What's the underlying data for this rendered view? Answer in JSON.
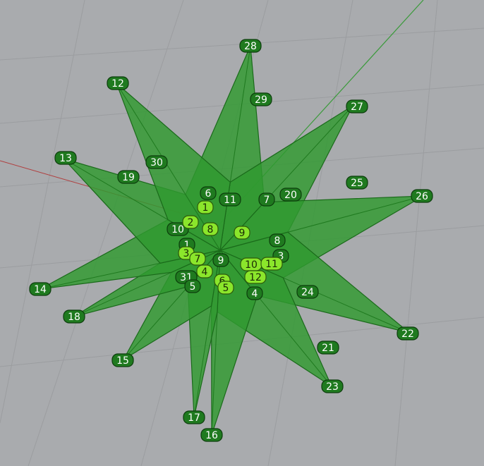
{
  "viewport": {
    "name": "Perspective",
    "background": "#a9abae",
    "grid_color": "#9b9da0",
    "x_axis_color": "#b04040",
    "y_axis_color": "#3a9a3a"
  },
  "star": {
    "fill": "#2f9a2f",
    "edge": "#1a6a1a"
  },
  "vertex_labels": {
    "style": {
      "fill": "#1f7a1f",
      "stroke": "#0c3d0c",
      "text": "#ffffff"
    },
    "items": [
      {
        "label": "28"
      },
      {
        "label": "29"
      },
      {
        "label": "27"
      },
      {
        "label": "12"
      },
      {
        "label": "30"
      },
      {
        "label": "13"
      },
      {
        "label": "19"
      },
      {
        "label": "6"
      },
      {
        "label": "11"
      },
      {
        "label": "7"
      },
      {
        "label": "20"
      },
      {
        "label": "25"
      },
      {
        "label": "26"
      },
      {
        "label": "10"
      },
      {
        "label": "8"
      },
      {
        "label": "1"
      },
      {
        "label": "3"
      },
      {
        "label": "9"
      },
      {
        "label": "31"
      },
      {
        "label": "5"
      },
      {
        "label": "4"
      },
      {
        "label": "24"
      },
      {
        "label": "14"
      },
      {
        "label": "18"
      },
      {
        "label": "22"
      },
      {
        "label": "15"
      },
      {
        "label": "21"
      },
      {
        "label": "23"
      },
      {
        "label": "17"
      },
      {
        "label": "16"
      }
    ]
  },
  "face_labels": {
    "style": {
      "fill": "#8be62b",
      "stroke": "#2d5a0b",
      "text": "#1a2a05"
    },
    "items": [
      {
        "label": "1"
      },
      {
        "label": "2"
      },
      {
        "label": "8"
      },
      {
        "label": "9"
      },
      {
        "label": "3"
      },
      {
        "label": "7"
      },
      {
        "label": "4"
      },
      {
        "label": "6"
      },
      {
        "label": "5"
      },
      {
        "label": "10"
      },
      {
        "label": "11"
      },
      {
        "label": "12"
      }
    ]
  }
}
